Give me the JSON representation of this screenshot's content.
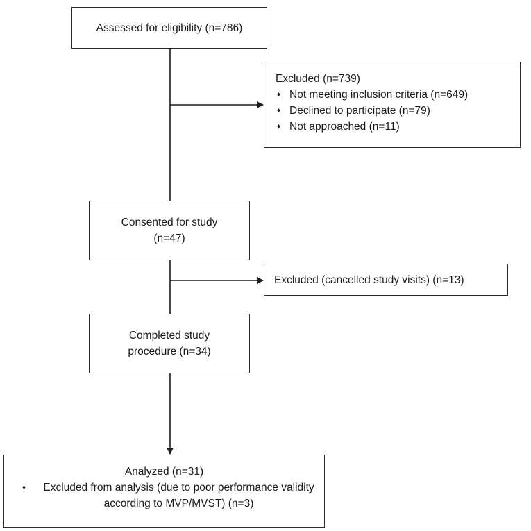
{
  "flowchart": {
    "assessed": {
      "text": "Assessed for eligibility (n=786)"
    },
    "excluded_1": {
      "title": "Excluded (n=739)",
      "items": [
        "Not meeting inclusion criteria (n=649)",
        "Declined to participate (n=79)",
        "Not approached (n=11)"
      ]
    },
    "consented": {
      "line1": "Consented for study",
      "line2": "(n=47)"
    },
    "excluded_2": {
      "text": "Excluded (cancelled study visits) (n=13)"
    },
    "completed": {
      "line1": "Completed study",
      "line2": "procedure (n=34)"
    },
    "analyzed": {
      "title": "Analyzed (n=31)",
      "items": [
        "Excluded from analysis (due to poor performance validity according to MVP/MVST) (n=3)"
      ]
    }
  },
  "colors": {
    "border": "#2b2b2b",
    "line": "#1a1a1a",
    "text": "#1a1a1a",
    "background": "#ffffff"
  }
}
